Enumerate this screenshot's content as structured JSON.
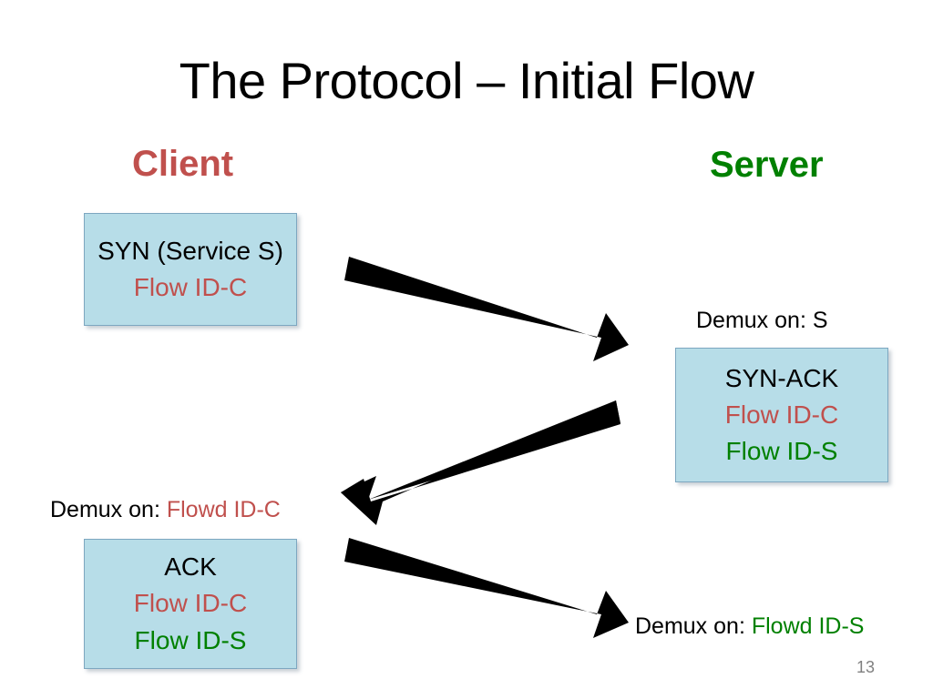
{
  "slide": {
    "title": "The Protocol – Initial Flow",
    "page_number": "13"
  },
  "colors": {
    "client_red": "#C0504D",
    "server_green": "#008000",
    "box_fill": "#B7DDE8",
    "box_border": "#7DA7C0",
    "text_black": "#000000",
    "page_number_gray": "#808080",
    "arrow_black": "#000000"
  },
  "headings": {
    "client": "Client",
    "server": "Server"
  },
  "boxes": {
    "syn": {
      "lines": [
        {
          "text": "SYN (Service S)",
          "color": "black"
        },
        {
          "text": "Flow ID-C",
          "color": "red"
        }
      ]
    },
    "synack": {
      "lines": [
        {
          "text": "SYN-ACK",
          "color": "black"
        },
        {
          "text": "Flow ID-C",
          "color": "red"
        },
        {
          "text": "Flow ID-S",
          "color": "green"
        }
      ]
    },
    "ack": {
      "lines": [
        {
          "text": "ACK",
          "color": "black"
        },
        {
          "text": "Flow ID-C",
          "color": "red"
        },
        {
          "text": "Flow ID-S",
          "color": "green"
        }
      ]
    }
  },
  "demux": {
    "server_first": {
      "prefix": "Demux on: ",
      "value": "S",
      "value_color": "black"
    },
    "client": {
      "prefix": "Demux on: ",
      "value": "Flowd ID-C",
      "value_color": "red"
    },
    "server_second": {
      "prefix": "Demux on: ",
      "value": "Flowd ID-S",
      "value_color": "green"
    }
  },
  "arrows": [
    {
      "name": "syn-arrow",
      "direction": "right-down",
      "from_label": "client",
      "to_label": "server"
    },
    {
      "name": "synack-arrow",
      "direction": "left-down",
      "from_label": "server",
      "to_label": "client"
    },
    {
      "name": "ack-arrow",
      "direction": "right-down",
      "from_label": "client",
      "to_label": "server"
    }
  ]
}
